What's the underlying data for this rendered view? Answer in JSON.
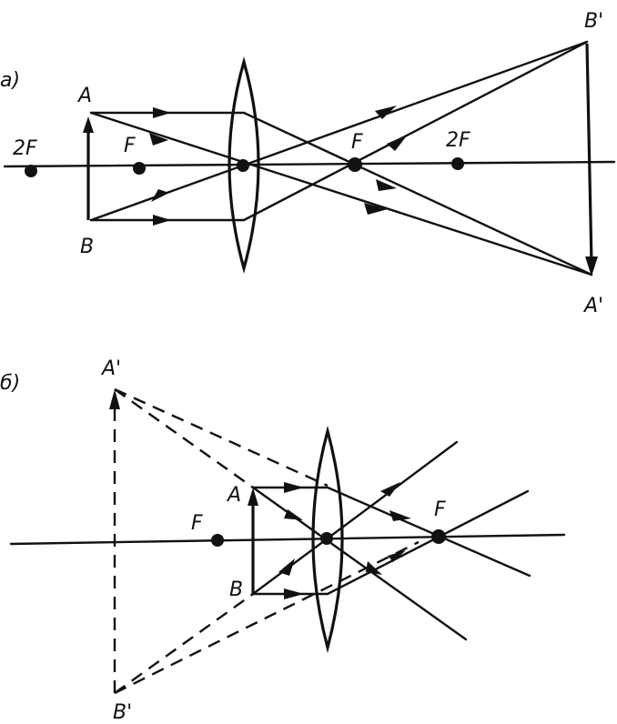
{
  "figure_a": {
    "panel_label": "a)",
    "points": {
      "two_f_left": "2F",
      "f_left": "F",
      "f_right": "F",
      "two_f_right": "2F"
    },
    "object": {
      "top": "A",
      "bottom": "B"
    },
    "image": {
      "top": "B'",
      "bottom": "A'"
    }
  },
  "figure_b": {
    "panel_label": "б)",
    "points": {
      "f_left": "F",
      "f_right": "F"
    },
    "object": {
      "top": "A",
      "bottom": "B"
    },
    "image": {
      "top": "A'",
      "bottom": "B'"
    }
  }
}
